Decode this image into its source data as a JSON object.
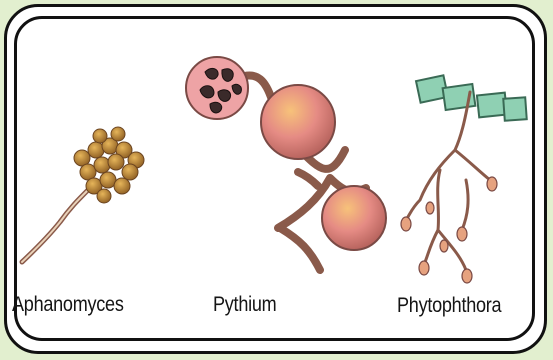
{
  "labels": {
    "aphanomyces": "Aphanomyces",
    "pythium": "Pythium",
    "phytophthora": "Phytophthora"
  },
  "colors": {
    "background": "#e2efcf",
    "frame": "#111111",
    "hypha": "#8a5a4a",
    "spore_cluster": "#b8863c",
    "sporangium": "#e48f8a",
    "host_cells": "#8fd0b3"
  },
  "icons": [
    "aphanomyces-illustration",
    "pythium-illustration",
    "phytophthora-illustration"
  ]
}
